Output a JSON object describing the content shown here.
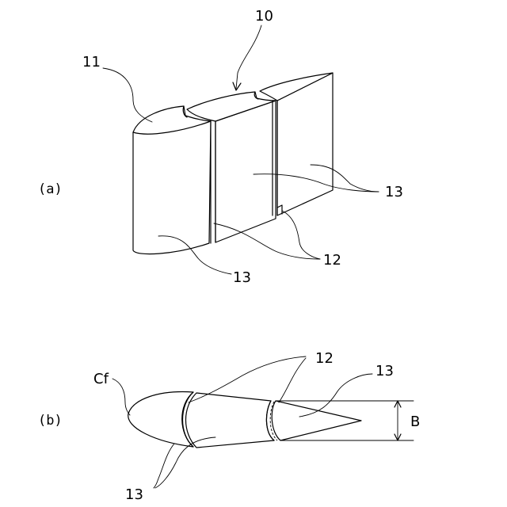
{
  "figure_a": {
    "caption": "(a)",
    "ref_assembly": "10",
    "ref_leading": "11",
    "ref_slit_a": "12",
    "ref_surface_a_right": "13",
    "ref_surface_a_bottom": "13"
  },
  "figure_b": {
    "caption": "(b)",
    "ref_chord": "Cf",
    "ref_slit_b": "12",
    "ref_surface_b_right": "13",
    "ref_surface_b_bottom": "13",
    "ref_width": "B"
  }
}
